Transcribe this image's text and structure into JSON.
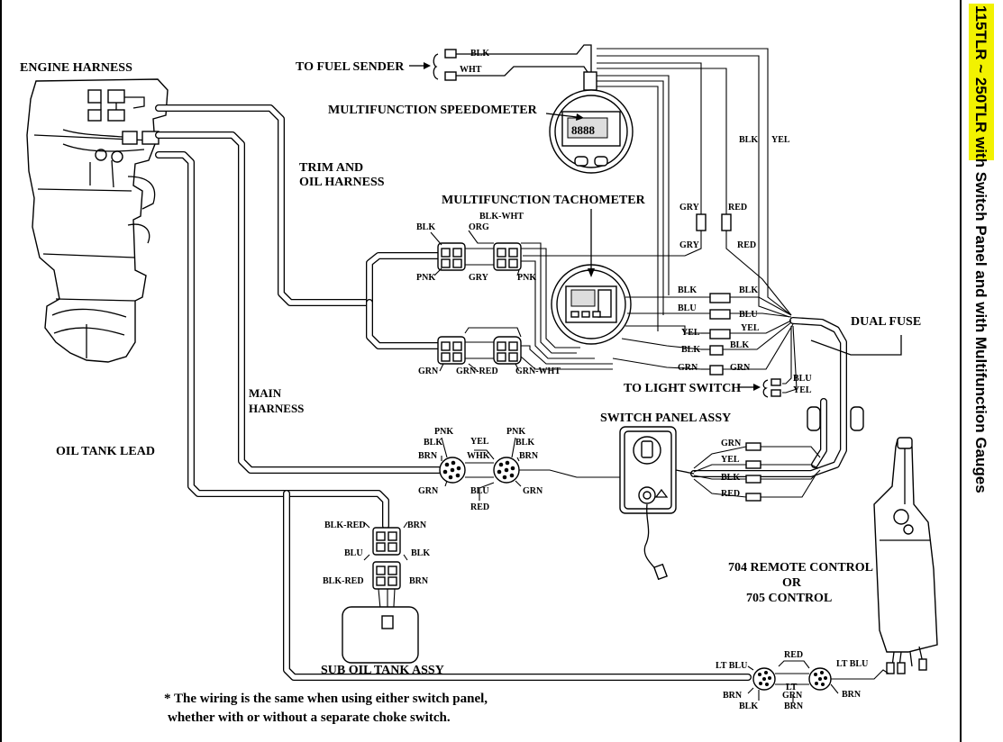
{
  "sidebar": {
    "model": "115TLR ~ 250TLR",
    "rest": " with Switch Panel and with Multifunction Gauges",
    "highlight_color": "#f2f200"
  },
  "labels": {
    "engine_harness": "ENGINE HARNESS",
    "to_fuel_sender": "TO FUEL SENDER",
    "multifunction_speedometer": "MULTIFUNCTION SPEEDOMETER",
    "trim_oil_harness_1": "TRIM AND",
    "trim_oil_harness_2": "OIL HARNESS",
    "multifunction_tachometer": "MULTIFUNCTION TACHOMETER",
    "dual_fuse": "DUAL  FUSE",
    "to_light_switch": "TO LIGHT SWITCH",
    "main_harness_1": "MAIN",
    "main_harness_2": "HARNESS",
    "oil_tank_lead": "OIL TANK LEAD",
    "switch_panel_assy": "SWITCH PANEL ASSY",
    "remote_control_1": "704 REMOTE CONTROL",
    "remote_control_2": "OR",
    "remote_control_3": "705 CONTROL",
    "sub_oil_tank_assy": "SUB OIL TANK ASSY",
    "footnote_1": "* The wiring is the same when using either switch panel,",
    "footnote_2": "whether with or without a separate choke switch."
  },
  "wires": {
    "blk": "BLK",
    "wht": "WHT",
    "yel": "YEL",
    "gry": "GRY",
    "red": "RED",
    "blu": "BLU",
    "grn": "GRN",
    "pnk": "PNK",
    "org": "ORG",
    "brn": "BRN",
    "blk_wht": "BLK-WHT",
    "grn_red": "GRN-RED",
    "grn_wht": "GRN-WHT",
    "whk": "WHK",
    "blk_red": "BLK-RED",
    "lt_blu": "LT BLU",
    "lt": "LT"
  },
  "speedometer_display": "8888"
}
